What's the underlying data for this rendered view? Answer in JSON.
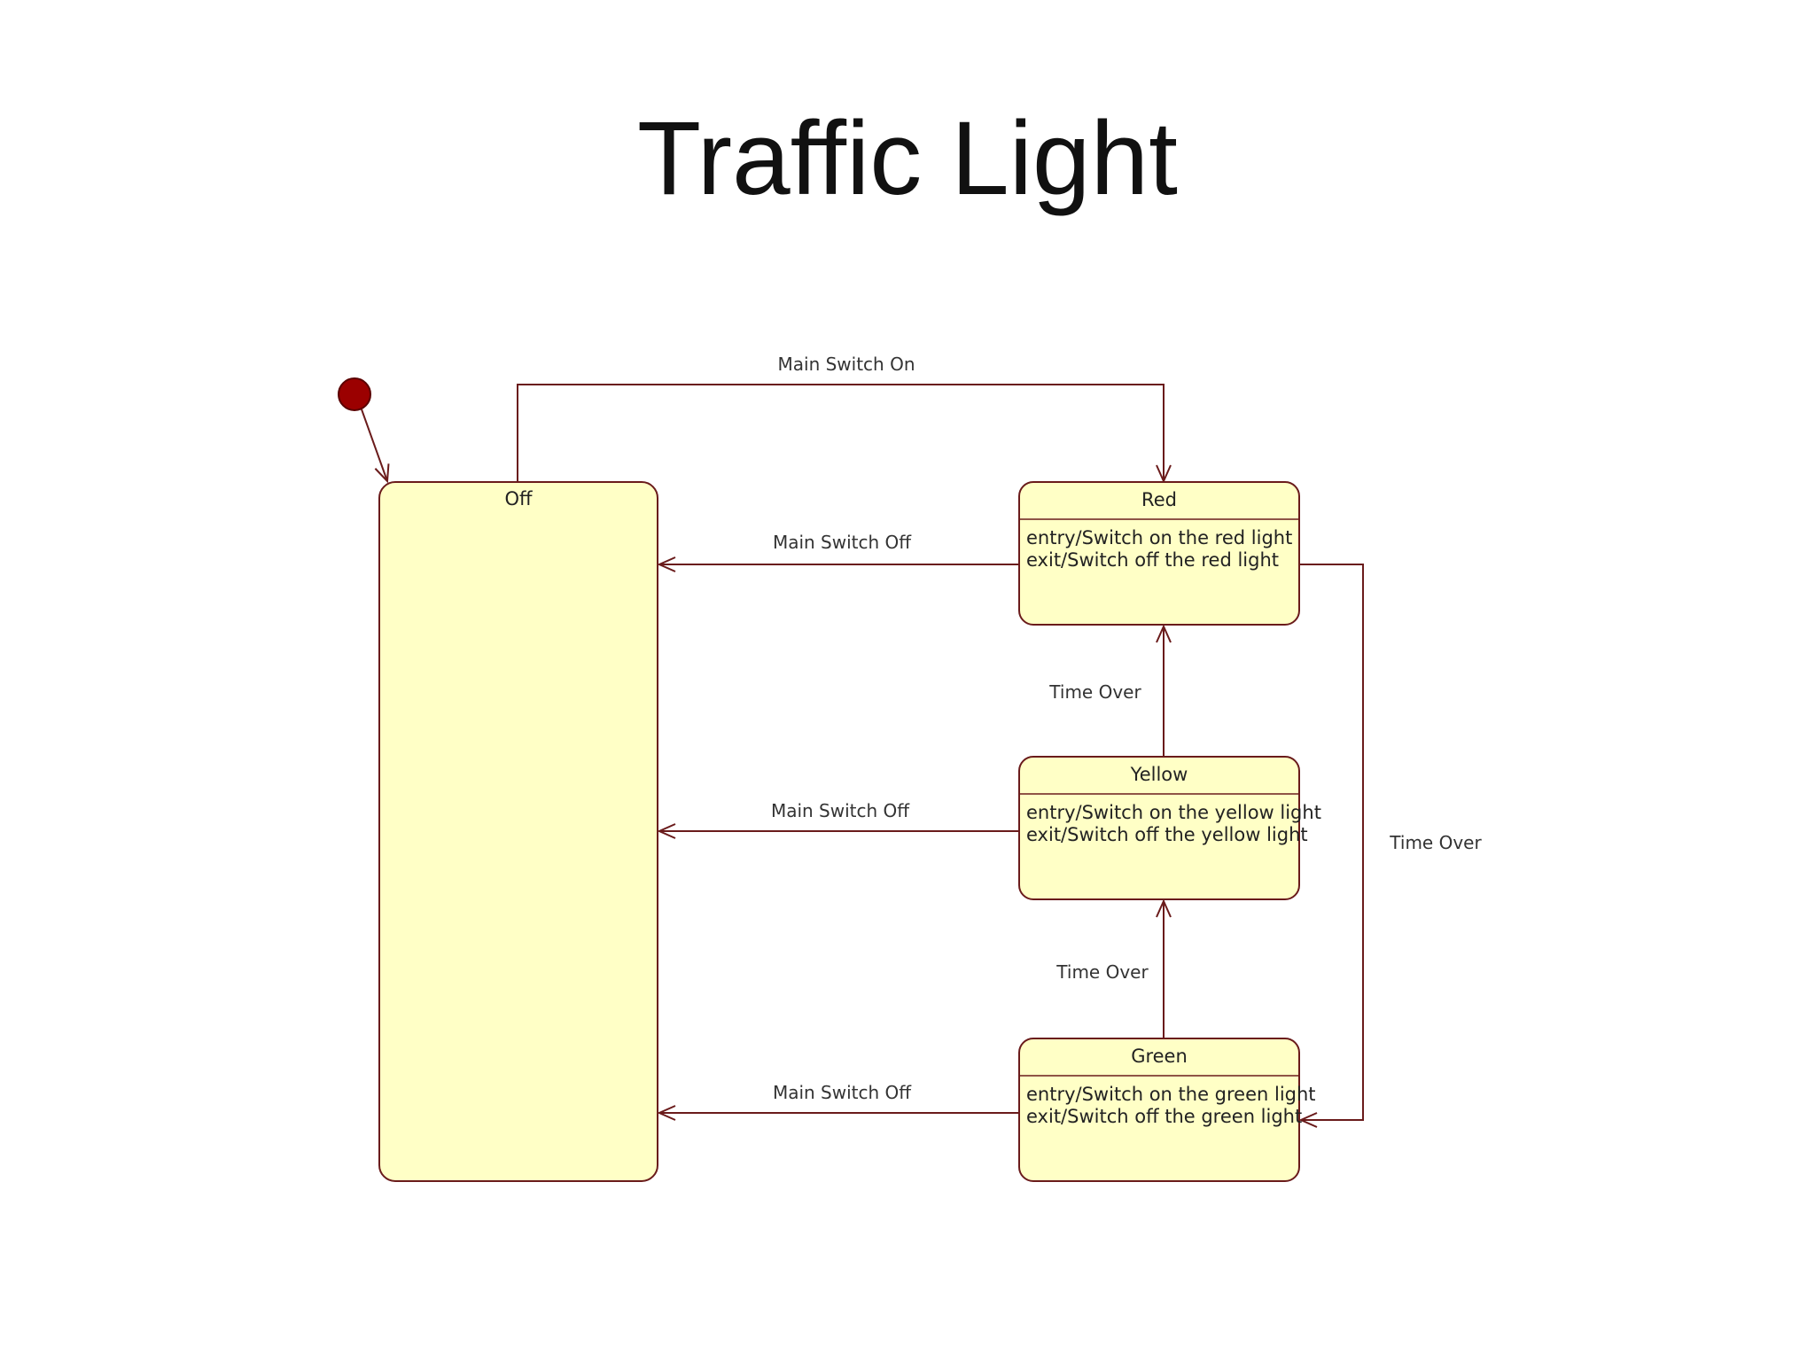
{
  "title": "Traffic Light",
  "colors": {
    "state_fill": "#FFFFC6",
    "stroke": "#6A1B1B",
    "initial_node": "#9B0000"
  },
  "states": {
    "off": {
      "name": "Off"
    },
    "red": {
      "name": "Red",
      "entry": "entry/Switch on the red light",
      "exit": "exit/Switch off the red light"
    },
    "yellow": {
      "name": "Yellow",
      "entry": "entry/Switch on the yellow light",
      "exit": "exit/Switch off the yellow light"
    },
    "green": {
      "name": "Green",
      "entry": "entry/Switch on the green light",
      "exit": "exit/Switch off the green light"
    }
  },
  "transitions": {
    "off_to_red": "Main Switch On",
    "red_to_off": "Main Switch Off",
    "yellow_to_off": "Main Switch Off",
    "green_to_off": "Main Switch Off",
    "yellow_to_red": "Time Over",
    "green_to_yellow": "Time Over",
    "red_to_green": "Time Over"
  }
}
